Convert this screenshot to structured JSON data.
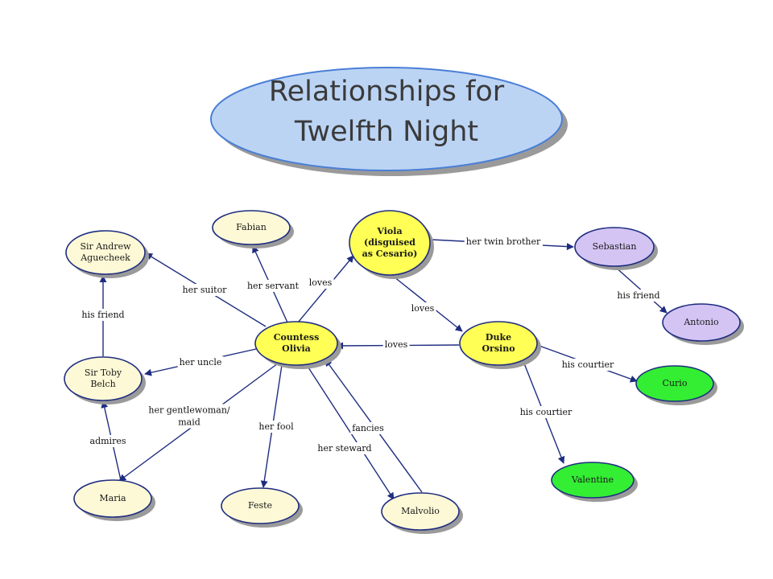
{
  "title": {
    "lines": [
      "Relationships for",
      "Twelfth Night"
    ]
  },
  "colors": {
    "title_fill": "#bcd4f4",
    "title_stroke": "#4a7fd6",
    "yellow": "#ffff55",
    "cream": "#fdf9d6",
    "lavender": "#d4c4f4",
    "green": "#33ee33",
    "node_stroke": "#1f2d80",
    "edge": "#1f2d80",
    "shadow": "#9a9a9a"
  },
  "nodes": {
    "andrew": {
      "lines": [
        "Sir Andrew",
        "Aguecheek"
      ],
      "style": "cream"
    },
    "fabian": {
      "lines": [
        "Fabian"
      ],
      "style": "cream"
    },
    "viola": {
      "lines": [
        "Viola",
        "(disguised",
        "as Cesario)"
      ],
      "style": "yellow"
    },
    "sebastian": {
      "lines": [
        "Sebastian"
      ],
      "style": "lavender"
    },
    "antonio": {
      "lines": [
        "Antonio"
      ],
      "style": "lavender"
    },
    "olivia": {
      "lines": [
        "Countess",
        "Olivia"
      ],
      "style": "yellow"
    },
    "orsino": {
      "lines": [
        "Duke",
        "Orsino"
      ],
      "style": "yellow"
    },
    "toby": {
      "lines": [
        "Sir Toby",
        "Belch"
      ],
      "style": "cream"
    },
    "curio": {
      "lines": [
        "Curio"
      ],
      "style": "green"
    },
    "maria": {
      "lines": [
        "Maria"
      ],
      "style": "cream"
    },
    "feste": {
      "lines": [
        "Feste"
      ],
      "style": "cream"
    },
    "malvolio": {
      "lines": [
        "Malvolio"
      ],
      "style": "cream"
    },
    "valentine": {
      "lines": [
        "Valentine"
      ],
      "style": "green"
    }
  },
  "edges": [
    {
      "from": "olivia",
      "to": "andrew",
      "label": [
        "her suitor"
      ]
    },
    {
      "from": "toby",
      "to": "andrew",
      "label": [
        "his friend"
      ]
    },
    {
      "from": "olivia",
      "to": "fabian",
      "label": [
        "her servant"
      ]
    },
    {
      "from": "olivia",
      "to": "viola",
      "label": [
        "loves"
      ]
    },
    {
      "from": "viola",
      "to": "sebastian",
      "label": [
        "her twin brother"
      ]
    },
    {
      "from": "viola",
      "to": "orsino",
      "label": [
        "loves"
      ]
    },
    {
      "from": "sebastian",
      "to": "antonio",
      "label": [
        "his friend"
      ]
    },
    {
      "from": "orsino",
      "to": "olivia",
      "label": [
        "loves"
      ]
    },
    {
      "from": "olivia",
      "to": "toby",
      "label": [
        "her uncle"
      ]
    },
    {
      "from": "orsino",
      "to": "curio",
      "label": [
        "his courtier"
      ]
    },
    {
      "from": "orsino",
      "to": "valentine",
      "label": [
        "his courtier"
      ]
    },
    {
      "from": "maria",
      "to": "toby",
      "label": [
        "admires"
      ]
    },
    {
      "from": "olivia",
      "to": "maria",
      "label": [
        "her gentlewoman/",
        "maid"
      ]
    },
    {
      "from": "olivia",
      "to": "feste",
      "label": [
        "her fool"
      ]
    },
    {
      "from": "olivia",
      "to": "malvolio",
      "label": [
        "her steward"
      ]
    },
    {
      "from": "malvolio",
      "to": "olivia",
      "label": [
        "fancies"
      ]
    }
  ]
}
